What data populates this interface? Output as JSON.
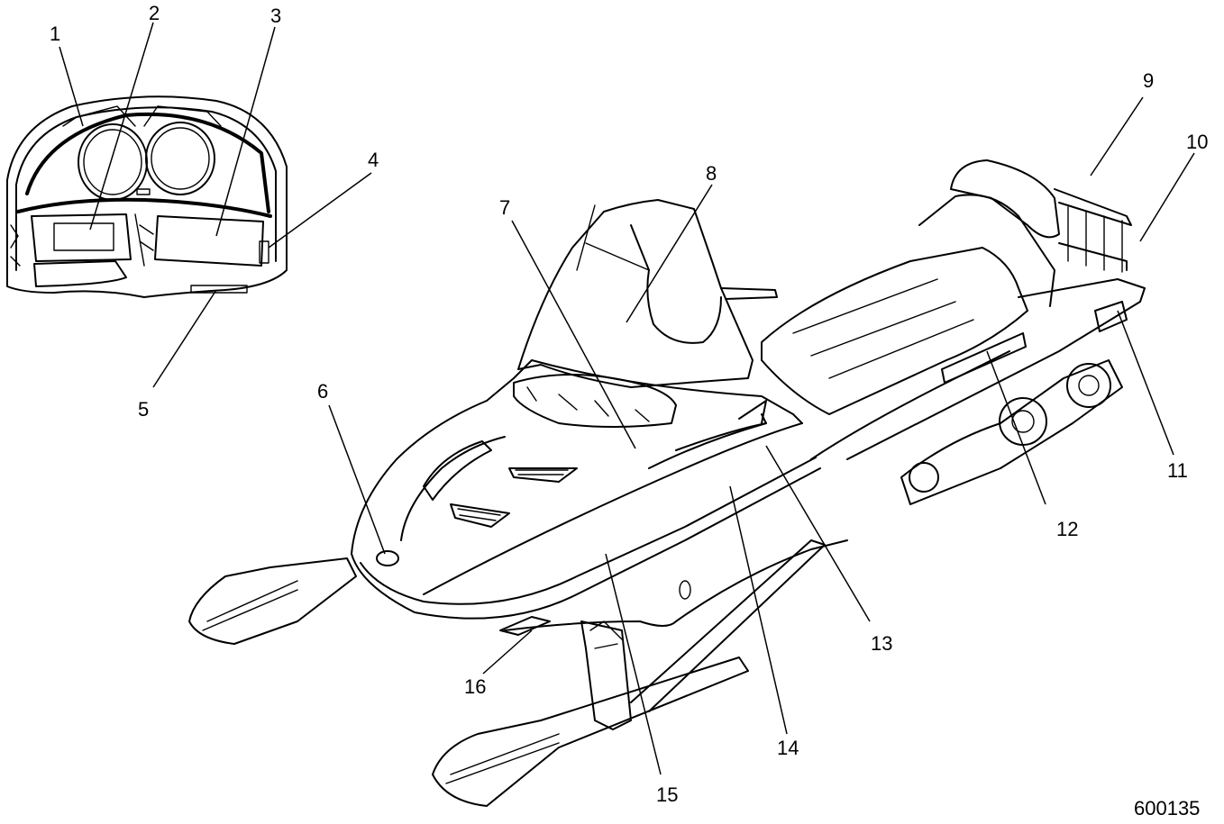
{
  "figure": {
    "figure_number": "600135",
    "callouts": [
      {
        "id": "callout-1",
        "label": "1"
      },
      {
        "id": "callout-2",
        "label": "2"
      },
      {
        "id": "callout-3",
        "label": "3"
      },
      {
        "id": "callout-4",
        "label": "4"
      },
      {
        "id": "callout-5",
        "label": "5"
      },
      {
        "id": "callout-6",
        "label": "6"
      },
      {
        "id": "callout-7",
        "label": "7"
      },
      {
        "id": "callout-8",
        "label": "8"
      },
      {
        "id": "callout-9",
        "label": "9"
      },
      {
        "id": "callout-10",
        "label": "10"
      },
      {
        "id": "callout-11",
        "label": "11"
      },
      {
        "id": "callout-12",
        "label": "12"
      },
      {
        "id": "callout-13",
        "label": "13"
      },
      {
        "id": "callout-14",
        "label": "14"
      },
      {
        "id": "callout-15",
        "label": "15"
      },
      {
        "id": "callout-16",
        "label": "16"
      }
    ]
  }
}
